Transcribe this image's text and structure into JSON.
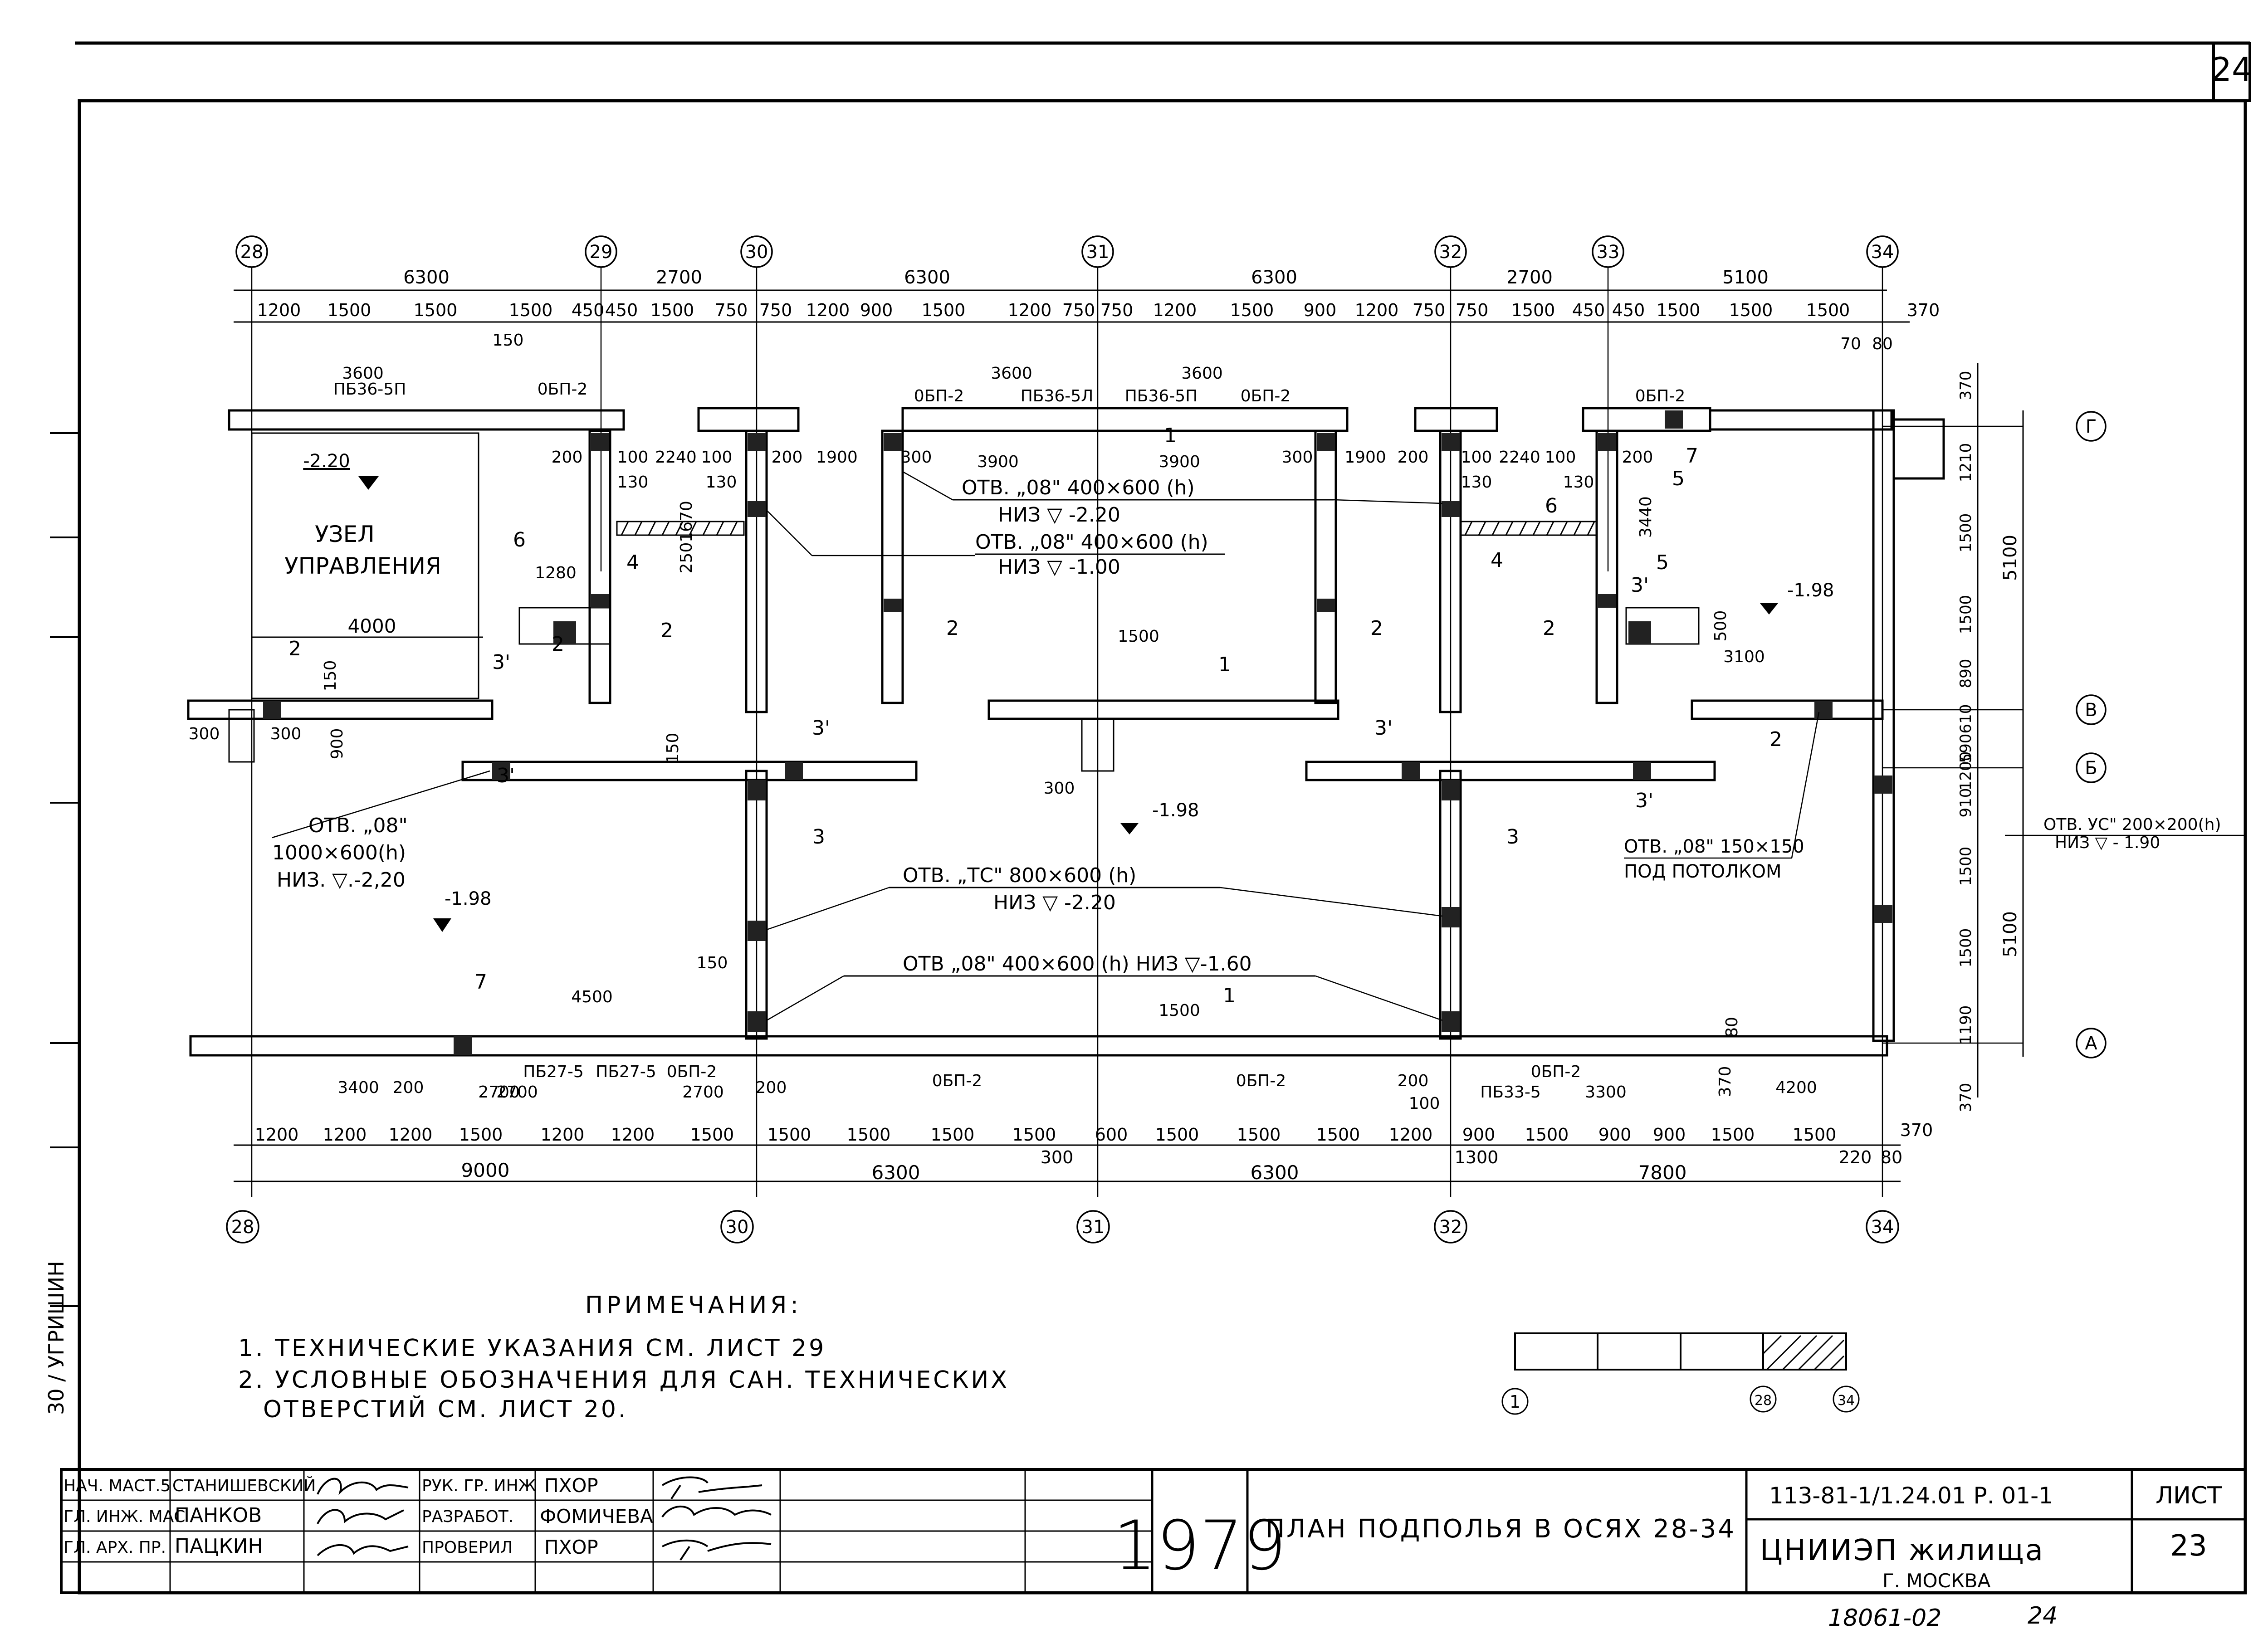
{
  "sheet": {
    "page_corner_number": "24",
    "footer_handwritten": [
      "18061-02",
      "24"
    ]
  },
  "plan": {
    "top_axes": [
      "28",
      "29",
      "30",
      "31",
      "32",
      "33",
      "34"
    ],
    "bottom_axes": [
      "28",
      "30",
      "31",
      "32",
      "34"
    ],
    "right_axes": [
      "Г",
      "В",
      "Б",
      "А"
    ],
    "top_spans": [
      "6300",
      "2700",
      "6300",
      "6300",
      "2700",
      "5100"
    ],
    "top_segments": [
      "1200",
      "1500",
      "1500",
      "1500",
      "450",
      "450",
      "1500",
      "750",
      "750",
      "1200",
      "900",
      "1500",
      "1200",
      "750",
      "750",
      "1200",
      "1500",
      "900",
      "1200",
      "750",
      "750",
      "1500",
      "450",
      "450",
      "1500",
      "1500",
      "1500",
      "370"
    ],
    "bottom_segments": [
      "1200",
      "1200",
      "1200",
      "1500",
      "1200",
      "1200",
      "1500",
      "1500",
      "1500",
      "1500",
      "1500",
      "600",
      "1500",
      "1500",
      "1500",
      "1200",
      "900",
      "1500",
      "900",
      "900",
      "1500",
      "1500",
      "370"
    ],
    "bottom_spans": [
      "9000",
      "6300",
      "6300",
      "7800"
    ],
    "bottom_extra": [
      "300",
      "1300",
      "220",
      "80"
    ],
    "right_segments": [
      "370",
      "1210",
      "1500",
      "1500",
      "890",
      "610",
      "590",
      "1200",
      "910",
      "1500",
      "1500",
      "1190",
      "370"
    ],
    "right_spans": [
      "5100",
      "5100"
    ],
    "room_level": "-2.20",
    "room_name_1": "УЗЕЛ",
    "room_name_2": "УПРАВЛЕНИЯ",
    "room_width": "4000",
    "panel_labels_top": [
      "3600",
      "ПБ36-5П",
      "0БП-2",
      "3600",
      "3600",
      "0БП-2",
      "ПБ36-5Л",
      "ПБ36-5П",
      "0БП-2",
      "0БП-2"
    ],
    "panel_labels_bottom": [
      "ПБ27-5",
      "ПБ27-5",
      "0БП-2",
      "2700",
      "2700",
      "0БП-2",
      "0БП-2",
      "0БП-2",
      "ПБ33-5",
      "3300"
    ],
    "opening_1_line1": "ОТВ. „08\"  400×600 (h)",
    "opening_1_line2": "НИЗ ▽ -2.20",
    "opening_2_line1": "ОТВ. „08\" 400×600 (h)",
    "opening_2_line2": "НИЗ ▽ -1.00",
    "opening_tc_line1": "ОТВ. „ТС\"  800×600 (h)",
    "opening_tc_line2": "НИЗ ▽ -2.20",
    "opening_3": "ОТВ „08\" 400×600 (h) НИЗ ▽-1.60",
    "opening_left_1": "ОТВ. „08\"",
    "opening_left_2": "1000×600(h)",
    "opening_left_3": "НИЗ. ▽.-2,20",
    "opening_right_1": "ОТВ. „08\" 150×150",
    "opening_right_2": "ПОД ПОТОЛКОМ",
    "opening_yc_1": "ОТВ. УС\" 200×200(h)",
    "opening_yc_2": "НИЗ ▽ - 1.90",
    "levels": [
      "-1.98",
      "-1.98",
      "-1.98"
    ],
    "misc_dims": [
      "200",
      "100",
      "2240",
      "100",
      "200",
      "1900",
      "300",
      "3900",
      "3900",
      "300",
      "1900",
      "200",
      "100",
      "2240",
      "100",
      "200",
      "130",
      "130",
      "130",
      "130",
      "1670",
      "3440",
      "250",
      "1280",
      "1500",
      "1500",
      "3100",
      "500",
      "150",
      "900",
      "300",
      "300",
      "300",
      "150",
      "150",
      "4500",
      "3400",
      "200",
      "2700",
      "200",
      "4200",
      "100",
      "200",
      "80",
      "370",
      "70",
      "80",
      "150"
    ],
    "callouts": [
      "1",
      "1",
      "1",
      "2",
      "2",
      "2",
      "2",
      "2",
      "2",
      "2",
      "3",
      "3",
      "3'",
      "3'",
      "3'",
      "3'",
      "3'",
      "3'",
      "3'",
      "4",
      "4",
      "5",
      "5",
      "6",
      "6",
      "7",
      "7"
    ]
  },
  "notes": {
    "title": "ПРИМЕЧАНИЯ:",
    "items": [
      "1. ТЕХНИЧЕСКИЕ УКАЗАНИЯ СМ. ЛИСТ 29",
      "2. УСЛОВНЫЕ ОБОЗНАЧЕНИЯ ДЛЯ САН. ТЕХНИЧЕСКИХ",
      "ОТВЕРСТИЙ СМ. ЛИСТ 20."
    ]
  },
  "scale_key": {
    "labels": [
      "1",
      "28",
      "34"
    ]
  },
  "side_stamp": "30 / УГРИШИН",
  "title_block": {
    "roles": [
      "НАЧ. МАСТ.5",
      "ГЛ. ИНЖ. МАС",
      "ГЛ. АРХ. ПР."
    ],
    "names_left": [
      "СТАНИШЕВСКИЙ",
      "ПАНКОВ",
      "ПАЦКИН"
    ],
    "roles_right": [
      "РУК. ГР. ИНЖ",
      "РАЗРАБОТ.",
      "ПРОВЕРИЛ"
    ],
    "names_right": [
      "ПХОР",
      "ФОМИЧЕВА",
      "ПХОР"
    ],
    "year": "1979",
    "sheet_title": "ПЛАН ПОДПОЛЬЯ В ОСЯХ 28-34",
    "code": "113-81-1/1.24.01 Р. 01-1",
    "org_1": "ЦНИИЭП жилища",
    "org_2": "Г. МОСКВА",
    "sheet_label": "ЛИСТ",
    "sheet_number": "23"
  }
}
